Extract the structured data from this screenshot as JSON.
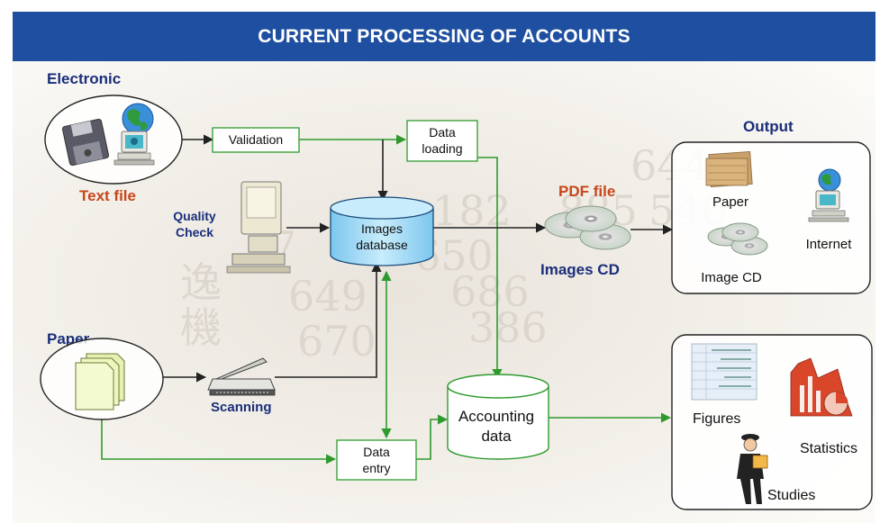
{
  "title": "CURRENT PROCESSING OF ACCOUNTS",
  "labels": {
    "electronic": "Electronic",
    "text_file": "Text file",
    "validation": "Validation",
    "data_loading_1": "Data",
    "data_loading_2": "loading",
    "quality_check_1": "Quality",
    "quality_check_2": "Check",
    "images_db_1": "Images",
    "images_db_2": "database",
    "pdf_file": "PDF file",
    "images_cd": "Images CD",
    "output": "Output",
    "out_paper": "Paper",
    "out_internet": "Internet",
    "out_image_cd": "Image CD",
    "paper": "Paper",
    "scanning": "Scanning",
    "accounting_1": "Accounting",
    "accounting_2": "data",
    "data_entry_1": "Data",
    "data_entry_2": "entry",
    "figures": "Figures",
    "statistics": "Statistics",
    "studies": "Studies"
  },
  "colors": {
    "title_bg": "#1f4fa0",
    "heading": "#1a2e7a",
    "orange": "#c8461a",
    "flow_green": "#2e9a2e",
    "flow_black": "#222222",
    "db_fill": "#a9dcf5"
  },
  "icons": [
    "floppy-disk-icon",
    "globe-icon",
    "computer-icon",
    "cd-icon",
    "scanner-icon",
    "paper-stack-icon",
    "paper-sheets-icon",
    "spreadsheet-icon",
    "bar-chart-icon",
    "person-icon"
  ]
}
